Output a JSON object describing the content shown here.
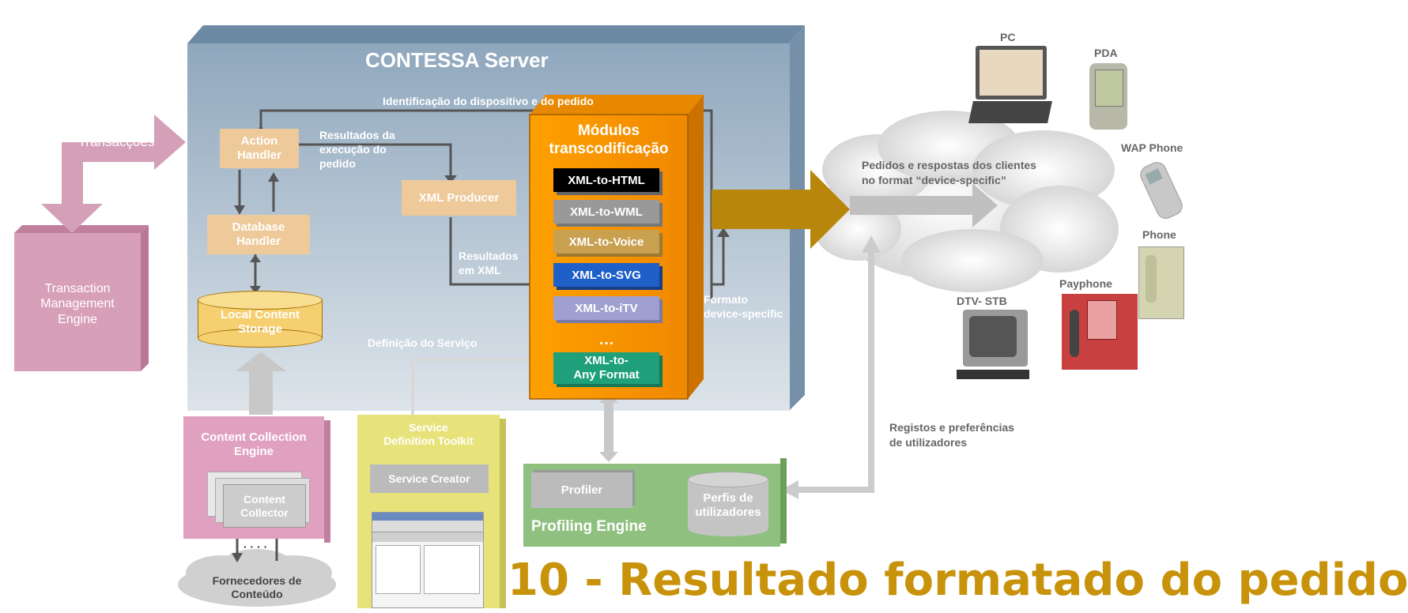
{
  "server": {
    "title": "CONTESSA Server",
    "ident_label": "Identificação do dispositivo e do pedido",
    "results_exec": [
      "Resultados da",
      "execução do",
      "pedido"
    ],
    "results_xml": [
      "Resultados",
      "em XML"
    ],
    "format_label": [
      "Formato",
      "device-specific"
    ],
    "service_def_label": "Definição do Serviço"
  },
  "components": {
    "transacoes": "Transacções",
    "tme": [
      "Transaction",
      "Management",
      "Engine"
    ],
    "action_handler": [
      "Action",
      "Handler"
    ],
    "database_handler": [
      "Database",
      "Handler"
    ],
    "local_storage": [
      "Local Content",
      "Storage"
    ],
    "xml_producer": "XML Producer",
    "content_collection": [
      "Content Collection",
      "Engine"
    ],
    "content_collector": [
      "Content",
      "Collector"
    ],
    "dots_small": "· · · ·",
    "fornecedores": [
      "Fornecedores de",
      "Conteúdo"
    ],
    "sdt": [
      "Service",
      "Definition Toolkit"
    ],
    "service_creator": "Service Creator",
    "profiler": "Profiler",
    "perfis": [
      "Perfis de",
      "utilizadores"
    ],
    "profiling_engine": "Profiling Engine"
  },
  "modules": {
    "title": [
      "Módulos",
      "transcodificação"
    ],
    "items": [
      {
        "label": "XML-to-HTML",
        "color": "#000000"
      },
      {
        "label": "XML-to-WML",
        "color": "#999999"
      },
      {
        "label": "XML-to-Voice",
        "color": "#c8a050"
      },
      {
        "label": "XML-to-SVG",
        "color": "#1f5fc8"
      },
      {
        "label": "XML-to-iTV",
        "color": "#a0a0d0"
      }
    ],
    "ellipsis": "…",
    "any_format": [
      "XML-to-",
      "Any Format"
    ],
    "any_format_color": "#1fa07a"
  },
  "clients": {
    "cloud_text": [
      "Pedidos e respostas dos clientes",
      "no format “device-specific”"
    ],
    "registos": [
      "Registos e preferências",
      "de utilizadores"
    ],
    "devices": [
      "PC",
      "PDA",
      "WAP Phone",
      "Phone",
      "Payphone",
      "DTV- STB"
    ]
  },
  "caption": "10 - Resultado formatado do pedido",
  "colors": {
    "server_bg": "#9fb4c6",
    "orange": "#ff9900",
    "pink": "#e0a0c0",
    "tan": "#eec99a",
    "green": "#8fc080",
    "yellow": "#e8e27a",
    "caption": "#c8920a",
    "dark_arrow": "#b07a00"
  }
}
